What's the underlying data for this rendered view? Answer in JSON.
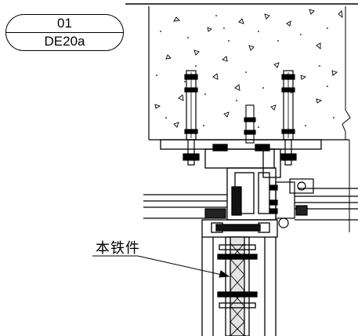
{
  "detail_badge": {
    "number": "01",
    "code": "DE20a"
  },
  "callout": {
    "label": "本铁件"
  }
}
